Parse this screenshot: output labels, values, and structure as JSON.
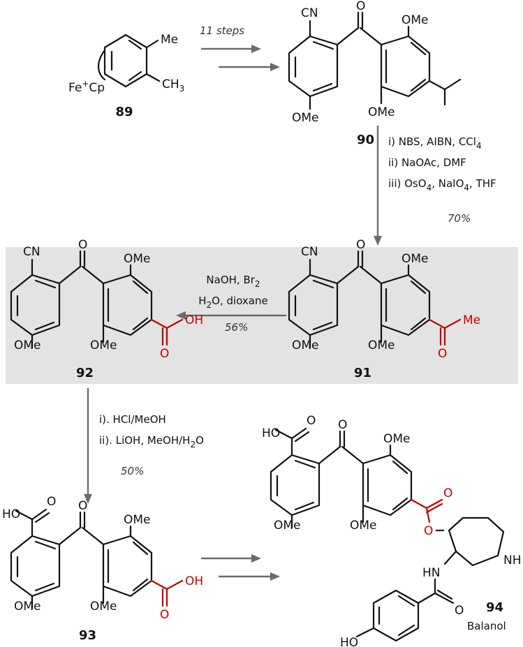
{
  "highlight_color": "#e3e3e3",
  "accent_color": "#c00000",
  "compounds": {
    "c89": {
      "label": "89",
      "me": "Me",
      "ch3": "CH",
      "ch3_sub": "3",
      "fe": "Fe",
      "fe_sup": "+",
      "cp": "Cp"
    },
    "c90": {
      "label": "90",
      "cn": "CN",
      "o": "O",
      "ome_a": "OMe",
      "ome_b": "OMe",
      "ome_c": "OMe"
    },
    "c91": {
      "label": "91",
      "cn": "CN",
      "o": "O",
      "ome_a": "OMe",
      "ome_b": "OMe",
      "ome_c": "OMe",
      "acyl_o": "O",
      "me": "Me"
    },
    "c92": {
      "label": "92",
      "cn": "CN",
      "o": "O",
      "ome_a": "OMe",
      "ome_b": "OMe",
      "ome_c": "OMe",
      "oh": "OH",
      "acid_o": "O"
    },
    "c93": {
      "label": "93",
      "ho": "HO",
      "acid_o1": "O",
      "o": "O",
      "ome_a": "OMe",
      "ome_b": "OMe",
      "ome_c": "OMe",
      "oh": "OH",
      "acid_o2": "O"
    },
    "c94": {
      "label": "94",
      "name": "Balanol",
      "ho_top": "HO",
      "acid_o": "O",
      "o": "O",
      "ome_a": "OMe",
      "ome_b": "OMe",
      "ome_c": "OMe",
      "ester_o": "O",
      "ester_o2": "O",
      "nh_ring": "NH",
      "hn": "HN",
      "amide_o": "O",
      "ho_bottom": "HO"
    }
  },
  "steps": {
    "s1": {
      "conditions": "11 steps"
    },
    "s2": {
      "line1": "i) NBS, AIBN, CCl",
      "line1_sub": "4",
      "line2": "ii) NaOAc, DMF",
      "line3_a": "iii) OsO",
      "line3_sub1": "4",
      "line3_b": ", NaIO",
      "line3_sub2": "4",
      "line3_c": ", THF",
      "yield": "70%"
    },
    "s3": {
      "line1": "NaOH, Br",
      "line1_sub": "2",
      "line2_a": "H",
      "line2_sub": "2",
      "line2_b": "O, dioxane",
      "yield": "56%"
    },
    "s4": {
      "line1": "i). HCl/MeOH",
      "line2_a": "ii). LiOH, MeOH/H",
      "line2_sub": "2",
      "line2_b": "O",
      "yield": "50%"
    }
  }
}
